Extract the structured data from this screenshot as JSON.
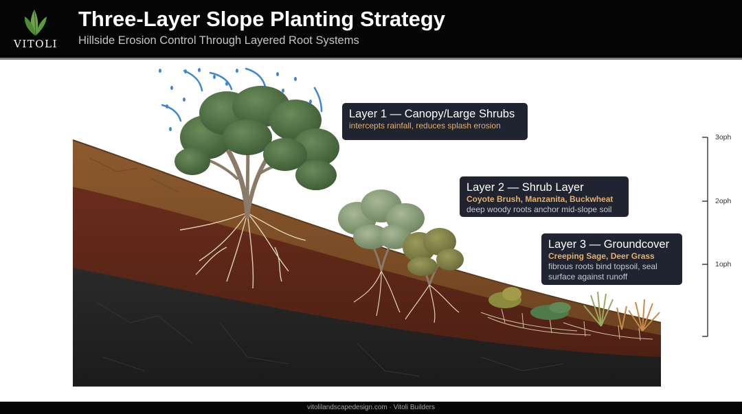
{
  "header": {
    "logo_text": "VITOLI",
    "title": "Three-Layer Slope Planting Strategy",
    "subtitle": "Hillside Erosion Control Through Layered Root Systems"
  },
  "layers": [
    {
      "heading": "Layer 1 — Canopy/Large Shrubs",
      "species": "",
      "description": "intercepts rainfall, reduces splash erosion"
    },
    {
      "heading": "Layer 2 — Shrub Layer",
      "species": "Coyote Brush, Manzanita, Buckwheat",
      "description": "deep woody roots anchor mid-slope soil"
    },
    {
      "heading": "Layer 3 — Groundcover",
      "species": "Creeping Sage, Deer Grass",
      "description": "fibrous roots bind topsoil, seal surface against runoff"
    }
  ],
  "scale": {
    "ticks": [
      "3oph",
      "2oph",
      "1oph"
    ]
  },
  "footer": {
    "text": "vitolilandscapedesign.com · Vitoli Builders"
  },
  "colors": {
    "header_bg": "#050505",
    "callout_bg": "#1f2430",
    "species_accent": "#e7b06a",
    "rain": "#3d86d6",
    "foliage": "#4f6d45"
  }
}
